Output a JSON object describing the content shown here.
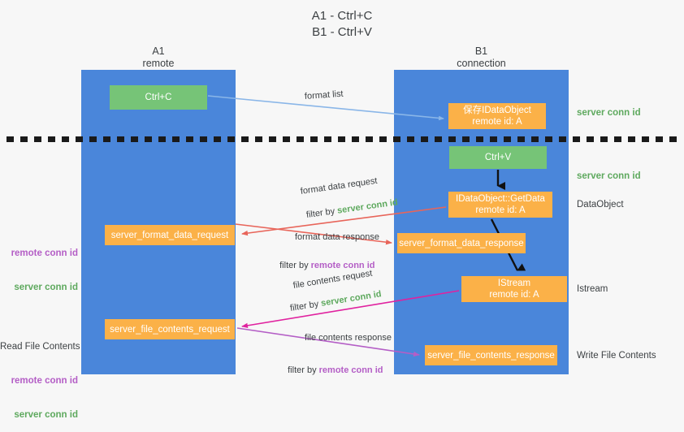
{
  "title": "A1 - Ctrl+C\nB1 - Ctrl+V",
  "columns": {
    "left": {
      "name": "A1",
      "role": "remote",
      "header": "A1\nremote"
    },
    "right": {
      "name": "B1",
      "role": "connection",
      "header": "B1\nconnection"
    }
  },
  "colors": {
    "lane": "#4a86da",
    "green_node": "#76c477",
    "orange_node": "#fbb148",
    "server_conn_id": "#5ea95e",
    "remote_conn_id": "#b45ec6",
    "background": "#f7f7f7",
    "divider": "#1a1a1a",
    "arrow_blue": "#8ab6e8",
    "arrow_red": "#e8655a",
    "arrow_magenta": "#e0229f",
    "arrow_purple": "#b45ec6",
    "arrow_black": "#111111"
  },
  "nodes": {
    "ctrl_c": {
      "line1": "Ctrl+C",
      "line2": ""
    },
    "save_dataobj": {
      "line1": "保存IDataObject",
      "line2": "remote id: A"
    },
    "ctrl_v": {
      "line1": "Ctrl+V",
      "line2": ""
    },
    "getdata": {
      "line1": "IDataObject::GetData",
      "line2": "remote id: A"
    },
    "sfd_request": {
      "line1": "server_format_data_request",
      "line2": ""
    },
    "sfd_response": {
      "line1": "server_format_data_response",
      "line2": ""
    },
    "istream": {
      "line1": "IStream",
      "line2": "remote id: A"
    },
    "sfc_request": {
      "line1": "server_file_contents_request",
      "line2": ""
    },
    "sfc_response": {
      "line1": "server_file_contents_response",
      "line2": ""
    }
  },
  "side_notes": {
    "server_conn_id_1": "server conn id",
    "server_conn_id_2": "server conn id",
    "data_object": "DataObject",
    "istream": "Istream",
    "write_file_contents": "Write File Contents"
  },
  "left_notes": {
    "remote_conn_id_1": "remote conn id",
    "server_conn_id_1": "server conn id",
    "read_file_contents": "Read File Contents",
    "remote_conn_id_2": "remote conn id",
    "server_conn_id_2": "server conn id"
  },
  "arrow_labels": {
    "format_list": "format list",
    "format_data_request": "format data request",
    "filter_by": "filter by ",
    "filter_server_conn_id": "server conn id",
    "filter_remote_conn_id": "remote conn id",
    "format_data_response": "format data response",
    "file_contents_request": "file contents request",
    "file_contents_response": "file contents response"
  }
}
